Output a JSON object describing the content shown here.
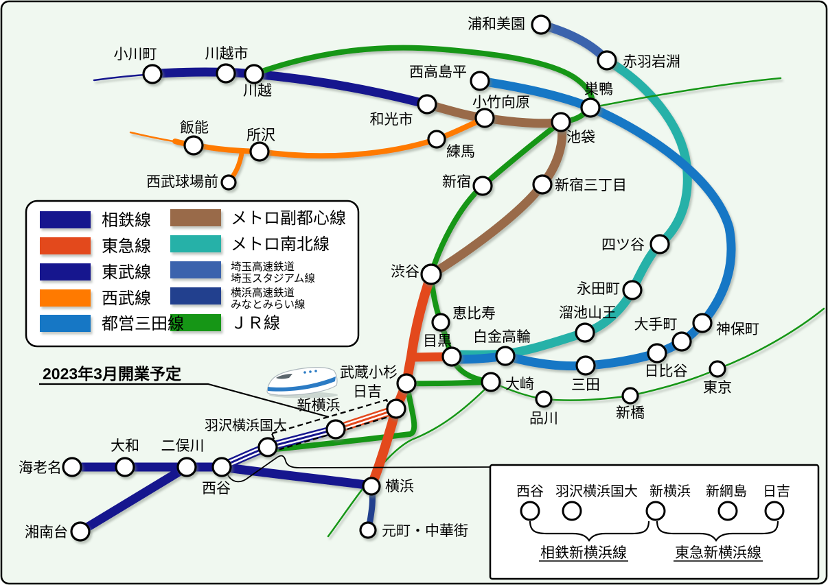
{
  "background_color": "#F0F8F0",
  "lines": {
    "sotetsu": {
      "name": "相鉄線",
      "color": "#16168E"
    },
    "tokyu": {
      "name": "東急線",
      "color": "#E3491F"
    },
    "tobu": {
      "name": "東武線",
      "color": "#16168E"
    },
    "seibu": {
      "name": "西武線",
      "color": "#FF7A00"
    },
    "mita": {
      "name": "都営三田線",
      "color": "#1277C5"
    },
    "fukutoshin": {
      "name": "メトロ副都心線",
      "color": "#996B49"
    },
    "namboku": {
      "name": "メトロ南北線",
      "color": "#27B1A8"
    },
    "saitama": {
      "name_line1": "埼玉高速鉄道",
      "name_line2": "埼玉スタジアム線",
      "color": "#3B63AD"
    },
    "minatomirai": {
      "name_line1": "横浜高速鉄道",
      "name_line2": "みなとみらい線",
      "color": "#20418E"
    },
    "jr": {
      "name": "ＪＲ線",
      "color": "#129612"
    }
  },
  "stations": {
    "ogawamachi": "小川町",
    "kawagoeshi": "川越市",
    "kawagoe": "川越",
    "hanno": "飯能",
    "tokorozawa": "所沢",
    "seibu_kyujomae": "西武球場前",
    "wakoshi": "和光市",
    "nerima": "練馬",
    "kotake_mukaihara": "小竹向原",
    "ikebukuro": "池袋",
    "sugamo": "巣鴨",
    "nishi_takashimadaira": "西高島平",
    "urawa_misono": "浦和美園",
    "akabane_iwabuchi": "赤羽岩淵",
    "shinjuku": "新宿",
    "shinjuku_sanchome": "新宿三丁目",
    "shibuya": "渋谷",
    "yotsuya": "四ツ谷",
    "nagatacho": "永田町",
    "tameike_sanno": "溜池山王",
    "ebisu": "恵比寿",
    "meguro": "目黒",
    "shirokane_takanawa": "白金高輪",
    "osaki": "大崎",
    "shinagawa": "品川",
    "mita": "三田",
    "hibiya": "日比谷",
    "otemachi": "大手町",
    "jimbocho": "神保町",
    "tokyo": "東京",
    "shimbashi": "新橋",
    "musashi_kosugi": "武蔵小杉",
    "hiyoshi": "日吉",
    "shin_yokohama": "新横浜",
    "hazawa_yokohama_kokudai": "羽沢横浜国大",
    "nishiya": "西谷",
    "futamatagawa": "二俣川",
    "yamato": "大和",
    "ebina": "海老名",
    "shonandai": "湘南台",
    "yokohama": "横浜",
    "motomachi_chukagai": "元町・中華街"
  },
  "annotation": {
    "opening": "2023年3月開業予定",
    "color": "#E60000"
  },
  "inset": {
    "stations": [
      "西谷",
      "羽沢横浜国大",
      "新横浜",
      "新綱島",
      "日吉"
    ],
    "sotetsu_segment_label": "相鉄新横浜線",
    "tokyu_segment_label": "東急新横浜線"
  }
}
